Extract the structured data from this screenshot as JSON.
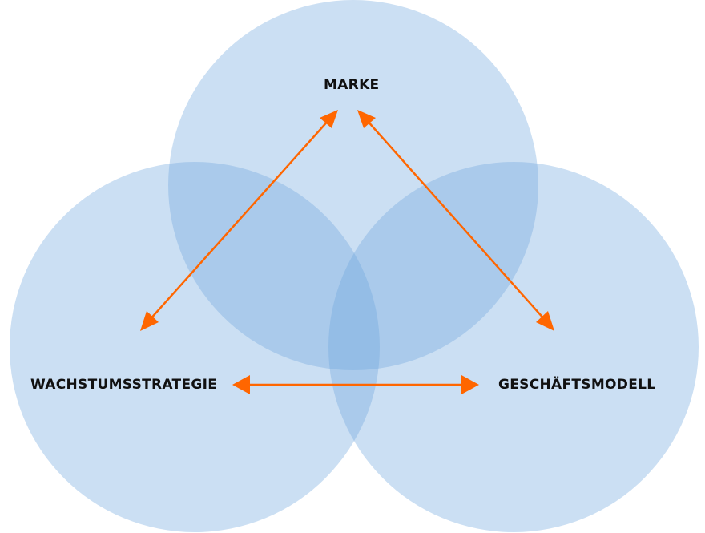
{
  "diagram": {
    "labels": {
      "top": "MARKE",
      "left": "WACHSTUMSSTRATEGIE",
      "right": "GESCHÄFTSMODELL"
    },
    "colors": {
      "circle": "#6fa5df",
      "arrow": "#ff6600"
    }
  }
}
